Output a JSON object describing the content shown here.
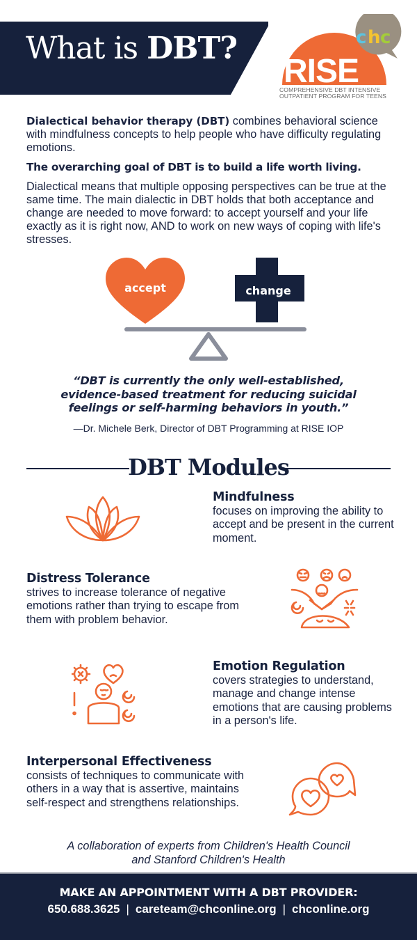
{
  "header": {
    "title_regular": "What is ",
    "title_bold": "DBT?"
  },
  "logo": {
    "chc": "chc",
    "rise": "RISE",
    "subtitle_line1": "COMPREHENSIVE DBT INTENSIVE",
    "subtitle_line2": "OUTPATIENT PROGRAM FOR TEENS",
    "colors": {
      "orange": "#ee6a35",
      "bubble_gray": "#9a9081",
      "c_blue": "#5bc4e0",
      "h_yellow": "#f4c430",
      "c_green": "#a4cc3a"
    }
  },
  "intro": {
    "term": "Dialectical behavior therapy (DBT)",
    "definition": " combines behavioral science with mindfulness concepts to help people who have difficulty regulating emotions.",
    "goal": "The overarching goal of DBT is to build a life worth living.",
    "dialectic": "Dialectical means that multiple opposing perspectives can be true at the same time. The main dialectic in DBT holds that both acceptance and change are needed to move forward: to accept yourself and your life exactly as it is right now, AND to work on new ways of coping with life's stresses."
  },
  "balance": {
    "left_label": "accept",
    "right_label": "change",
    "left_icon": "heart-icon",
    "right_icon": "plus-cross-icon"
  },
  "quote": {
    "text": "“DBT is currently the only well-established, evidence-based treatment for reducing suicidal feelings or self-harming behaviors in youth.”",
    "attribution": "—Dr. Michele Berk, Director of DBT Programming at RISE IOP"
  },
  "modules": {
    "heading": "DBT Modules",
    "items": [
      {
        "title": "Mindfulness",
        "description": "focuses on improving the ability to accept and be present in the current moment.",
        "icon": "lotus-icon"
      },
      {
        "title": "Distress Tolerance",
        "description": "strives to increase tolerance of negative emotions rather than trying to escape from them with problem behavior.",
        "icon": "distress-faces-icon"
      },
      {
        "title": "Emotion Regulation",
        "description": "covers strategies to understand, manage and change intense emotions that are causing problems in a person's life.",
        "icon": "emotion-person-icon"
      },
      {
        "title": "Interpersonal Effectiveness",
        "description": "consists of techniques to communicate with others in a way that is assertive, maintains self-respect and strengthens relationships.",
        "icon": "heart-speech-bubbles-icon"
      }
    ]
  },
  "collaboration": {
    "line1": "A collaboration of experts from Children's Health Council",
    "line2": "and Stanford Children's Health"
  },
  "footer": {
    "cta": "MAKE AN APPOINTMENT WITH A DBT PROVIDER:",
    "phone": "650.688.3625",
    "email": "careteam@chconline.org",
    "website": "chconline.org",
    "separator": "|"
  },
  "colors": {
    "navy": "#16213c",
    "orange": "#ee6a35",
    "gray_scale": "#8a8e9b"
  }
}
